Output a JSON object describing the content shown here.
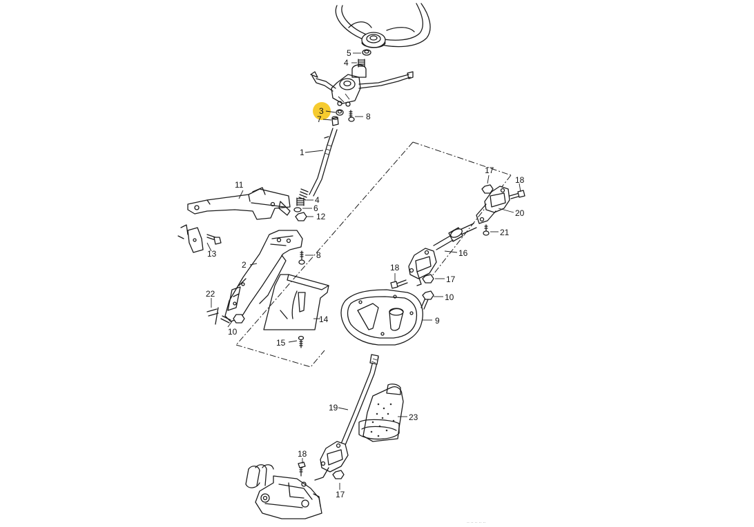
{
  "highlight_color": "#f5c518",
  "line_color": "#1a1a1a",
  "callouts": [
    {
      "id": "c5",
      "text": "5"
    },
    {
      "id": "c4a",
      "text": "4"
    },
    {
      "id": "c3",
      "text": "3"
    },
    {
      "id": "c7",
      "text": "7"
    },
    {
      "id": "c8a",
      "text": "8"
    },
    {
      "id": "c1",
      "text": "1"
    },
    {
      "id": "c11",
      "text": "11"
    },
    {
      "id": "c4b",
      "text": "4"
    },
    {
      "id": "c6",
      "text": "6"
    },
    {
      "id": "c12",
      "text": "12"
    },
    {
      "id": "c13",
      "text": "13"
    },
    {
      "id": "c2",
      "text": "2"
    },
    {
      "id": "c8b",
      "text": "8"
    },
    {
      "id": "c14",
      "text": "14"
    },
    {
      "id": "c22",
      "text": "22"
    },
    {
      "id": "c10a",
      "text": "10"
    },
    {
      "id": "c15",
      "text": "15"
    },
    {
      "id": "c17a",
      "text": "17"
    },
    {
      "id": "c18a",
      "text": "18"
    },
    {
      "id": "c20",
      "text": "20"
    },
    {
      "id": "c21",
      "text": "21"
    },
    {
      "id": "c16",
      "text": "16"
    },
    {
      "id": "c18b",
      "text": "18"
    },
    {
      "id": "c17b",
      "text": "17"
    },
    {
      "id": "c10b",
      "text": "10"
    },
    {
      "id": "c9",
      "text": "9"
    },
    {
      "id": "c19",
      "text": "19"
    },
    {
      "id": "c23",
      "text": "23"
    },
    {
      "id": "c18c",
      "text": "18"
    },
    {
      "id": "c17c",
      "text": "17"
    }
  ]
}
